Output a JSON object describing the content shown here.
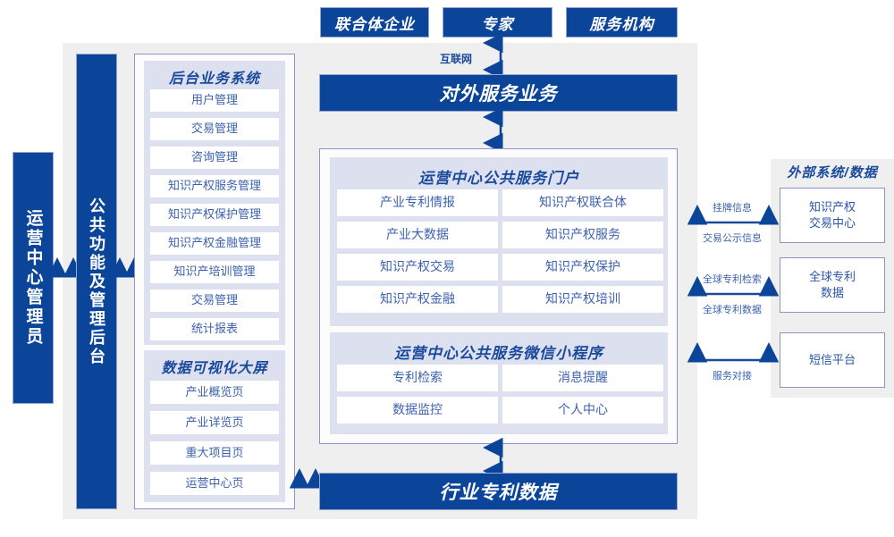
{
  "top_actors": [
    {
      "label": "联合体企业"
    },
    {
      "label": "专家"
    },
    {
      "label": "服务机构"
    }
  ],
  "internet_label": "互联网",
  "external_service_bar": "对外服务业务",
  "left_actor": "运营中心管理员",
  "admin_backend": "公共功能及管理后台",
  "backoffice": {
    "title": "后台业务系统",
    "items": [
      "用户管理",
      "交易管理",
      "咨询管理",
      "知识产权服务管理",
      "知识产权保护管理",
      "知识产权金融管理",
      "知识产培训管理",
      "交易管理",
      "统计报表"
    ]
  },
  "dataviz": {
    "title": "数据可视化大屏",
    "items": [
      "产业概览页",
      "产业详览页",
      "重大项目页",
      "运营中心页"
    ]
  },
  "portal": {
    "title": "运营中心公共服务门户",
    "items": [
      "产业专利情报",
      "知识产权联合体",
      "产业大数据",
      "知识产权服务",
      "知识产权交易",
      "知识产权保护",
      "知识产权金融",
      "知识产权培训"
    ]
  },
  "miniprogram": {
    "title": "运营中心公共服务微信小程序",
    "items": [
      "专利检索",
      "消息提醒",
      "数据监控",
      "个人中心"
    ]
  },
  "bottom_bar": "行业专利数据",
  "external": {
    "title": "外部系统/数据",
    "boxes": [
      {
        "label": "知识产权\n交易中心"
      },
      {
        "label": "全球专利\n数据"
      },
      {
        "label": "短信平台"
      }
    ],
    "connectors": [
      {
        "top": "挂牌信息",
        "bottom": "交易公示信息"
      },
      {
        "top": "全球专利检索",
        "bottom": "全球专利数据"
      },
      {
        "top": "",
        "bottom": "服务对接"
      }
    ]
  },
  "colors": {
    "brand_blue": "#0b4599",
    "panel_gray": "#efefef",
    "lavender": "#dde1ef",
    "border_purple": "#8e93c4",
    "text_blue": "#3c62ad"
  }
}
